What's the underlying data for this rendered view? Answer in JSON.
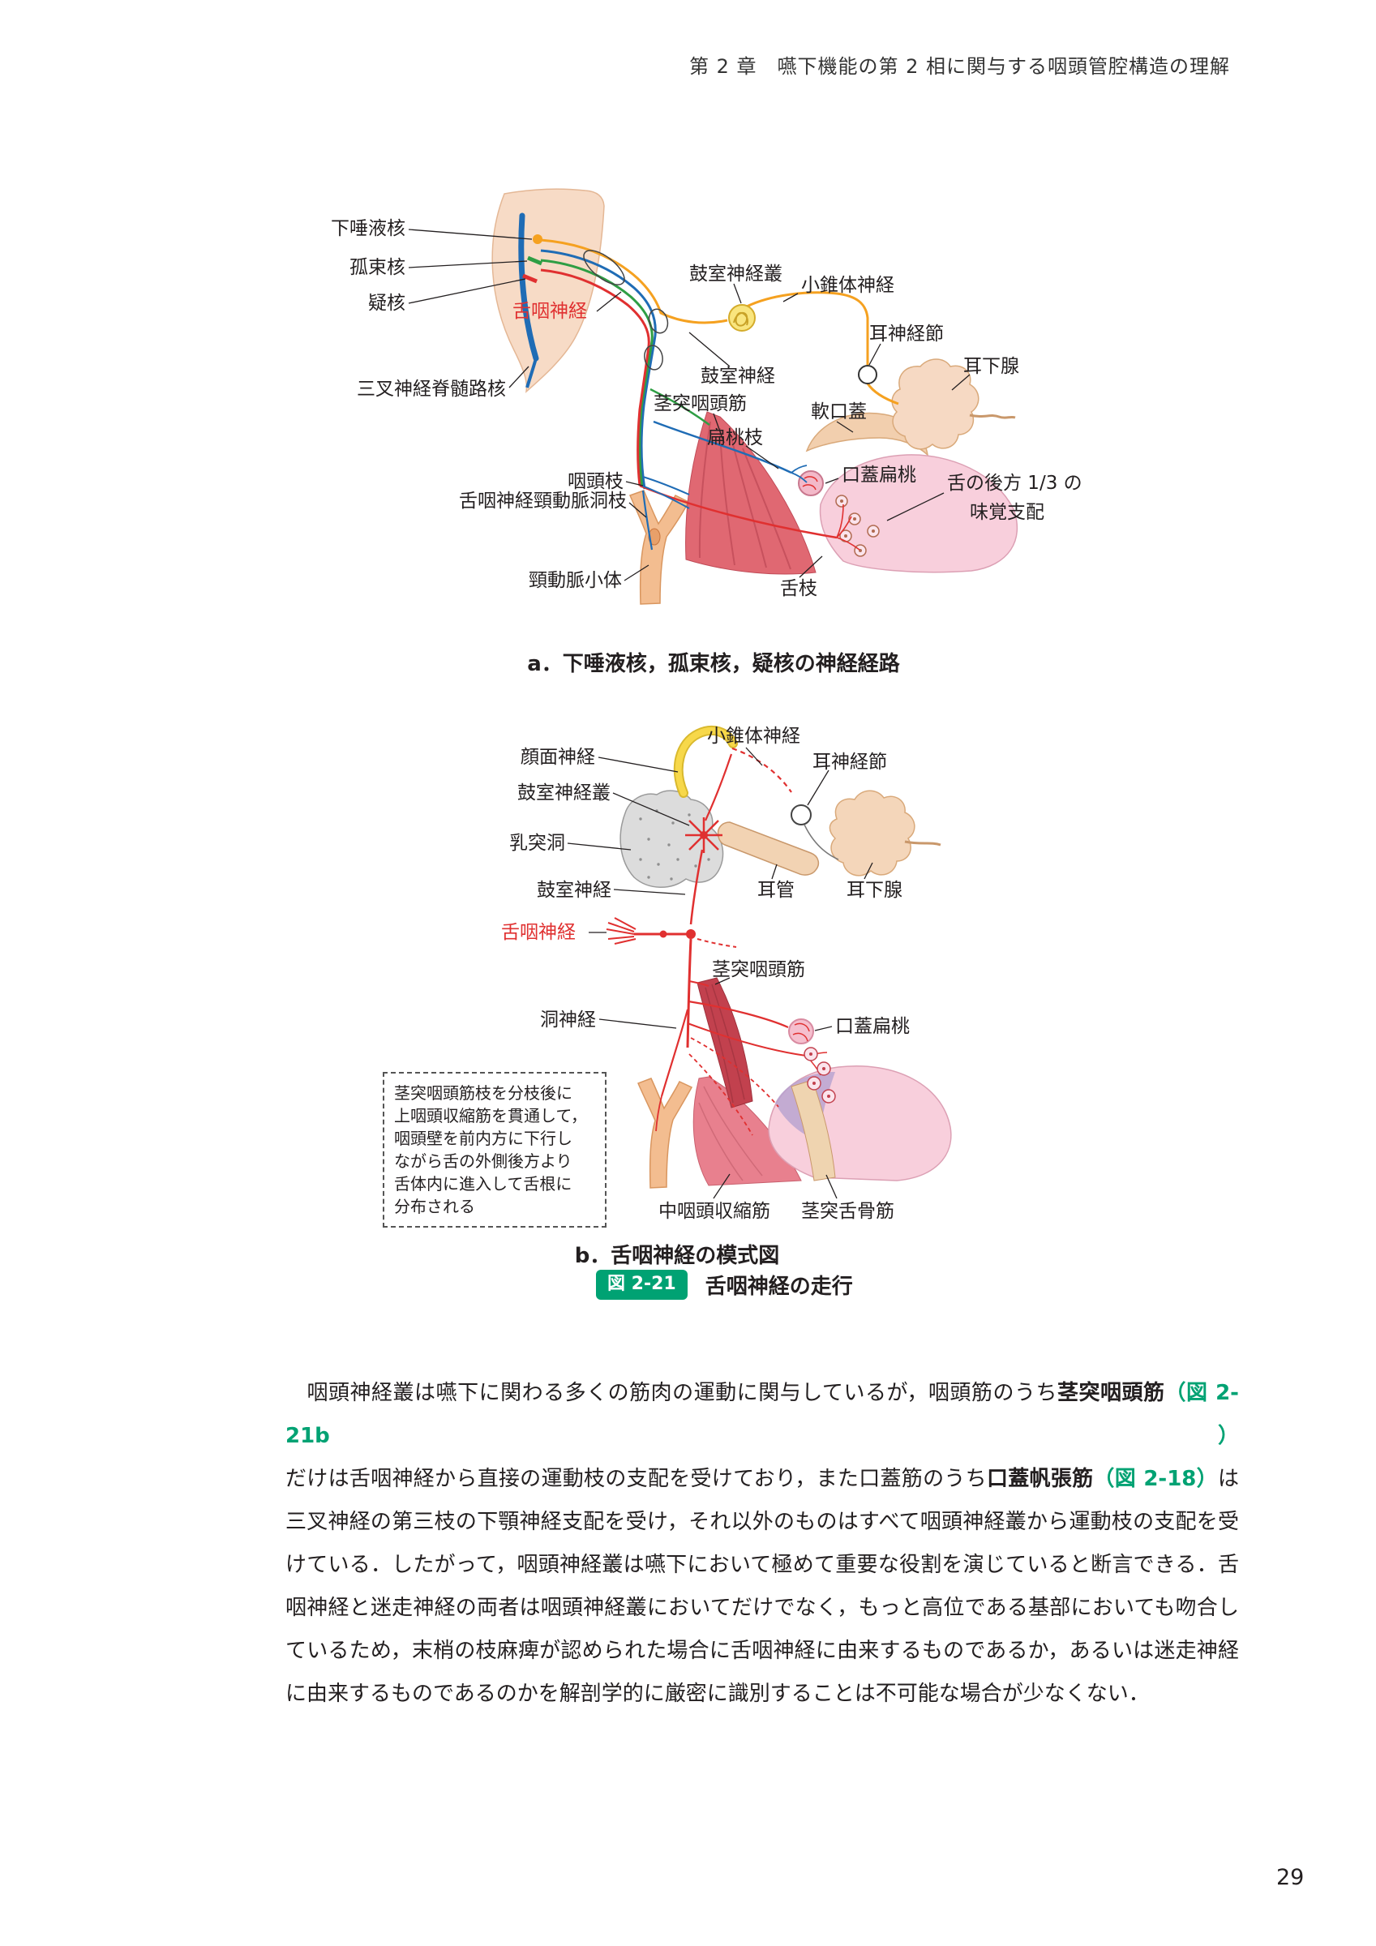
{
  "page": {
    "header": "第 2 章　嚥下機能の第 2 相に関与する咽頭管腔構造の理解",
    "page_number": "29"
  },
  "figure": {
    "tag": "図 2-21",
    "title": "舌咽神経の走行",
    "caption_a": "a．下唾液核，孤束核，疑核の神経経路",
    "caption_b": "b．舌咽神経の模式図"
  },
  "colors": {
    "accent_green": "#00a273",
    "nerve_red": "#e03030",
    "nerve_blue": "#1f6cb5",
    "nerve_green": "#2f9e44",
    "nerve_orange": "#f5a120"
  },
  "diagram_a": {
    "labels": {
      "inferior_salivatory_nucleus": "下唾液核",
      "solitary_tract_nucleus": "孤束核",
      "nucleus_ambiguus": "疑核",
      "glossopharyngeal_nerve": "舌咽神経",
      "spinal_trigeminal_nucleus": "三叉神経脊髄路核",
      "tympanic_plexus": "鼓室神経叢",
      "lesser_petrosal_nerve": "小錐体神経",
      "otic_ganglion": "耳神経節",
      "parotid_gland": "耳下腺",
      "tympanic_nerve": "鼓室神経",
      "stylopharyngeus": "茎突咽頭筋",
      "soft_palate": "軟口蓋",
      "tonsillar_branch": "扁桃枝",
      "palatine_tonsil": "口蓋扁桃",
      "taste_line1": "舌の後方 1/3 の",
      "taste_line2": "味覚支配",
      "pharyngeal_branch": "咽頭枝",
      "carotid_sinus_branch": "舌咽神経頸動脈洞枝",
      "carotid_body": "頸動脈小体",
      "lingual_branch": "舌枝"
    }
  },
  "diagram_b": {
    "labels": {
      "facial_nerve": "顔面神経",
      "lesser_petrosal_nerve": "小錐体神経",
      "otic_ganglion": "耳神経節",
      "tympanic_plexus": "鼓室神経叢",
      "mastoid_antrum": "乳突洞",
      "tympanic_nerve": "鼓室神経",
      "auditory_tube": "耳管",
      "parotid_gland": "耳下腺",
      "glossopharyngeal_nerve": "舌咽神経",
      "stylopharyngeus": "茎突咽頭筋",
      "sinus_nerve": "洞神経",
      "palatine_tonsil": "口蓋扁桃",
      "middle_constrictor": "中咽頭収縮筋",
      "stylohyoid": "茎突舌骨筋"
    },
    "note_box_lines": [
      "茎突咽頭筋枝を分枝後に",
      "上咽頭収縮筋を貫通して，",
      "咽頭壁を前内方に下行し",
      "ながら舌の外側後方より",
      "舌体内に進入して舌根に",
      "分布される"
    ]
  },
  "body_text": {
    "lines": [
      {
        "segments": [
          {
            "text": "　咽頭神経叢は嚥下に関わる多くの筋肉の運動に関与しているが，咽頭筋のうち",
            "style": "normal"
          },
          {
            "text": "茎突咽頭筋",
            "style": "bold"
          },
          {
            "text": "（図 2-21b）",
            "style": "green-bold"
          }
        ]
      },
      {
        "segments": [
          {
            "text": "だけは舌咽神経から直接の運動枝の支配を受けており，また口蓋筋のうち",
            "style": "normal"
          },
          {
            "text": "口蓋帆張筋",
            "style": "bold"
          },
          {
            "text": "（図 2-18）",
            "style": "green-bold"
          },
          {
            "text": "は",
            "style": "normal"
          }
        ]
      },
      {
        "segments": [
          {
            "text": "三叉神経の第三枝の下顎神経支配を受け，それ以外のものはすべて咽頭神経叢から運動枝の支配を受",
            "style": "normal"
          }
        ]
      },
      {
        "segments": [
          {
            "text": "けている．したがって，咽頭神経叢は嚥下において極めて重要な役割を演じていると断言できる．舌",
            "style": "normal"
          }
        ]
      },
      {
        "segments": [
          {
            "text": "咽神経と迷走神経の両者は咽頭神経叢においてだけでなく，もっと高位である基部においても吻合し",
            "style": "normal"
          }
        ]
      },
      {
        "segments": [
          {
            "text": "ているため，末梢の枝麻痺が認められた場合に舌咽神経に由来するものであるか，あるいは迷走神経",
            "style": "normal"
          }
        ]
      },
      {
        "segments": [
          {
            "text": "に由来するものであるのかを解剖学的に厳密に識別することは不可能な場合が少なくない．",
            "style": "normal"
          }
        ]
      }
    ]
  }
}
